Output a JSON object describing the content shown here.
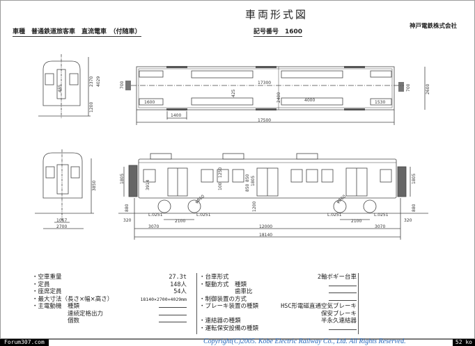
{
  "header": {
    "title": "車両形式図",
    "vehicle_type": "車種　普通鉄道旅客車　直流電車　（付随車）",
    "number_label": "記号番号　1600",
    "company": "神戸電鉄株式会社"
  },
  "plan_view": {
    "dims": [
      "17300",
      "425",
      "2400",
      "1600",
      "4000",
      "1530",
      "1400",
      "17500",
      "2600",
      "700",
      "700"
    ]
  },
  "side_view": {
    "dims": [
      "1805",
      "3914",
      "100",
      "1250",
      "850",
      "850",
      "1805",
      "1200",
      "1805",
      "880",
      "880",
      "φ860",
      "φ860",
      "L.0251",
      "L.0251",
      "L.0251",
      "L.0251",
      "320",
      "320",
      "2100",
      "2100",
      "3070",
      "12000",
      "3070",
      "18140"
    ]
  },
  "front_view_upper": {
    "dims": [
      "485",
      "2370",
      "4029",
      "1200"
    ]
  },
  "front_view_lower": {
    "dims": [
      "3850",
      "1067",
      "2700"
    ]
  },
  "specs_left": [
    {
      "label": "・空車重量",
      "value": "27.3t"
    },
    {
      "label": "・定員",
      "value": "148人"
    },
    {
      "label": "・座席定員",
      "value": "54人"
    },
    {
      "label": "・最大寸法（長さ×幅×高さ）",
      "value": "18140×2700×4029mm"
    },
    {
      "label": "・主電動機　種類",
      "value": ""
    },
    {
      "label": "　　　　　　連続定格出力",
      "value": ""
    },
    {
      "label": "　　　　　　個数",
      "value": ""
    }
  ],
  "specs_right": [
    {
      "label": "・台車形式",
      "value": "2軸ボギー台車"
    },
    {
      "label": "・駆動方式　種類",
      "value": ""
    },
    {
      "label": "　　　　　　歯車比",
      "value": ""
    },
    {
      "label": "・制御装置の方式",
      "value": ""
    },
    {
      "label": "・ブレーキ装置の種類",
      "value": "HSC形電磁直通空気ブレーキ"
    },
    {
      "label": "",
      "value": "保安ブレーキ"
    },
    {
      "label": "・連結器の種類",
      "value": "半永久連結器"
    },
    {
      "label": "・運転保安設備の種類",
      "value": ""
    }
  ],
  "footer": {
    "copyright": "Copyright(C)2005. Kobe Electric Railway Co., Ltd. All Rights Reserved.",
    "watermark": "Forum307.com",
    "file_size": "52 ko"
  }
}
